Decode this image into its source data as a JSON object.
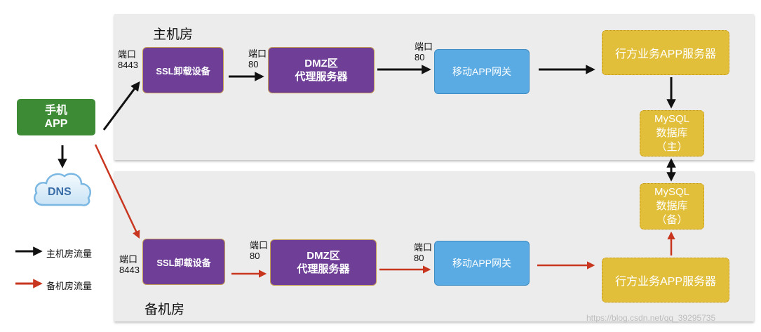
{
  "main_room": {
    "title": "主机房",
    "ssl_port": [
      "端口",
      "8443"
    ],
    "ssl_label": "SSL卸载设备",
    "dmz_port": [
      "端口",
      "80"
    ],
    "dmz_label": [
      "DMZ区",
      "代理服务器"
    ],
    "gateway_port": [
      "端口",
      "80"
    ],
    "gateway_label": "移动APP网关",
    "app_server_label": "行方业务APP服务器",
    "mysql_label": [
      "MySQL",
      "数据库",
      "（主）"
    ]
  },
  "backup_room": {
    "title": "备机房",
    "ssl_port": [
      "端口",
      "8443"
    ],
    "ssl_label": "SSL卸载设备",
    "dmz_port": [
      "端口",
      "80"
    ],
    "dmz_label": [
      "DMZ区",
      "代理服务器"
    ],
    "gateway_port": [
      "端口",
      "80"
    ],
    "gateway_label": "移动APP网关",
    "app_server_label": "行方业务APP服务器",
    "mysql_label": [
      "MySQL",
      "数据库",
      "（备）"
    ]
  },
  "client": {
    "label": [
      "手机",
      "APP"
    ],
    "dns_label": "DNS"
  },
  "legend": {
    "main_flow": "主机房流量",
    "backup_flow": "备机房流量"
  },
  "colors": {
    "main_flow": "#111111",
    "backup_flow": "#c8361f",
    "purple": "#6f3f97",
    "blue": "#5aabe3",
    "yellow": "#e2bf3a",
    "green": "#3d8c35"
  },
  "watermark": "https://blog.csdn.net/qq_39295735"
}
